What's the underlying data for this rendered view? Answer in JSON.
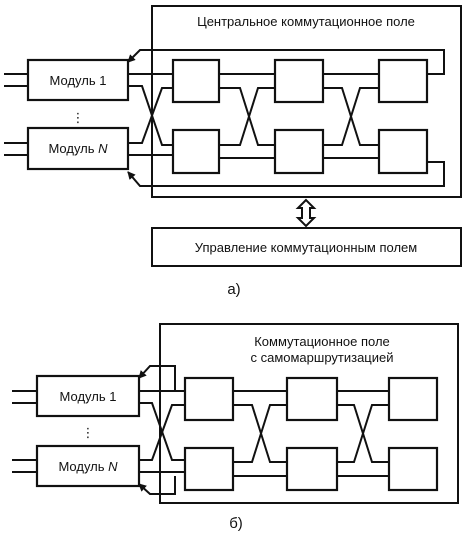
{
  "diagram_a": {
    "field_title": "Центральное коммутационное поле",
    "module_1": "Модуль 1",
    "module_n_prefix": "Модуль ",
    "module_n_var": "N",
    "dots": "⋮",
    "control_label": "Управление коммутационным полем",
    "caption": "а)"
  },
  "diagram_b": {
    "field_title_line1": "Коммутационное поле",
    "field_title_line2": "с самомаршрутизацией",
    "module_1": "Модуль 1",
    "module_n_prefix": "Модуль ",
    "module_n_var": "N",
    "dots": "⋮",
    "caption": "б)"
  },
  "colors": {
    "ink": "#111111",
    "background": "#ffffff"
  }
}
